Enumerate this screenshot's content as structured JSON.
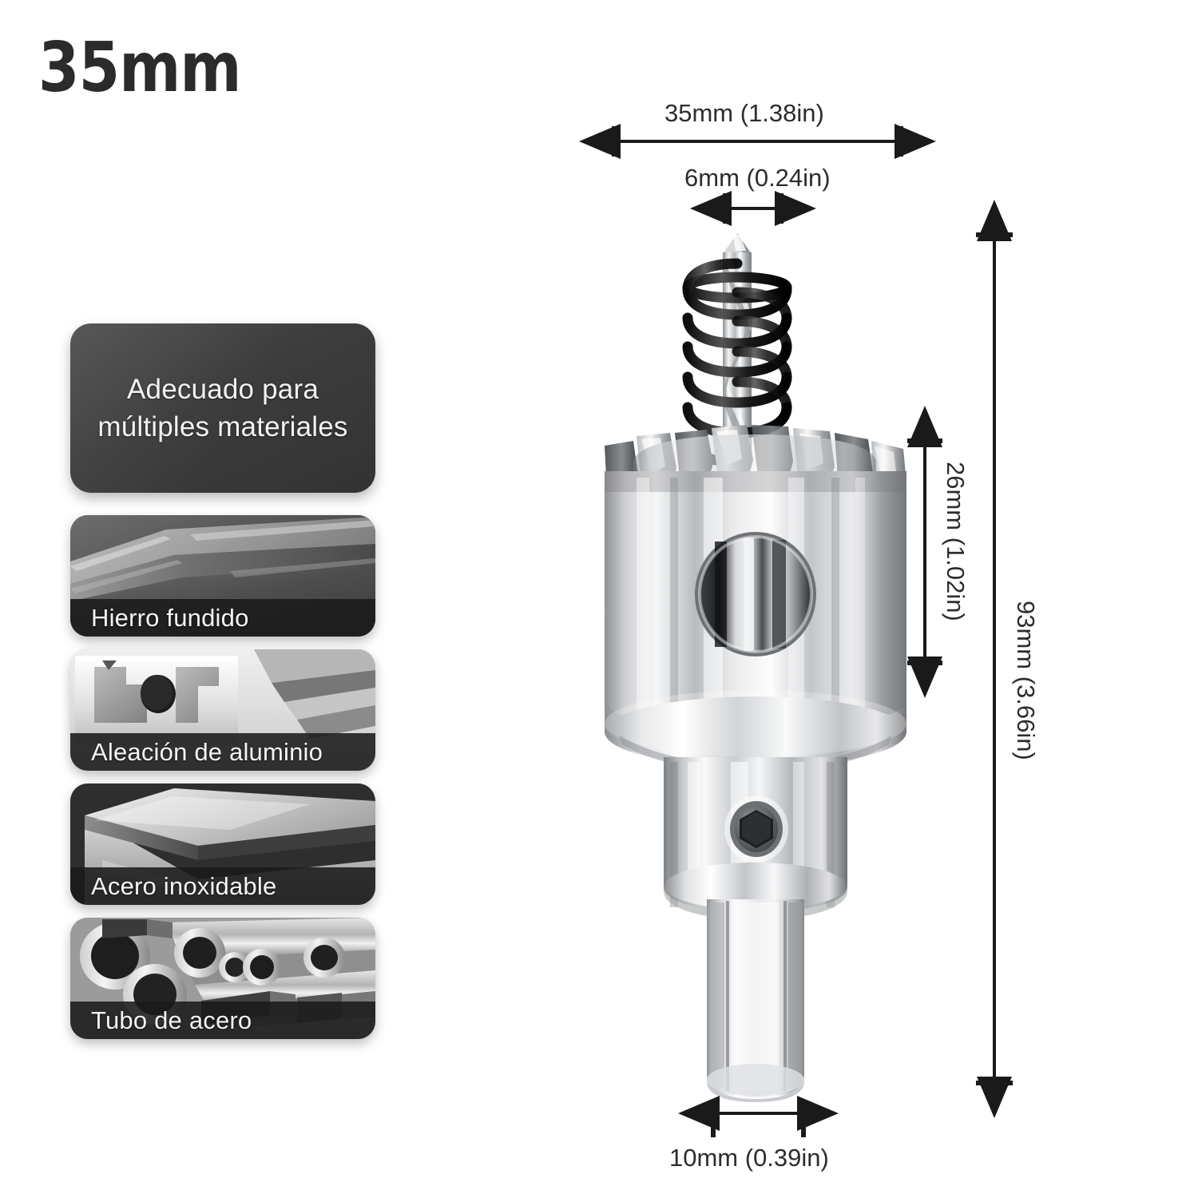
{
  "page": {
    "title": "35mm",
    "background_color": "#ffffff"
  },
  "features": {
    "callout": {
      "line1": "Adecuado para",
      "line2": "múltiples materiales",
      "text": "Adecuado para múltiples materiales",
      "background_color": "#3c3c3c",
      "text_color": "#f2f2f2"
    },
    "materials": [
      {
        "label": "Hierro fundido",
        "icon": "cast-iron-plates-image"
      },
      {
        "label": "Aleación de aluminio",
        "icon": "aluminum-extrusion-image"
      },
      {
        "label": "Acero inoxidable",
        "icon": "stainless-steel-plate-image"
      },
      {
        "label": "Tubo de acero",
        "icon": "steel-pipes-image"
      }
    ]
  },
  "dimensions": {
    "outer_diameter": "35mm (1.38in)",
    "pilot_bit_diameter": "6mm (0.24in)",
    "cutting_depth": "26mm (1.02in)",
    "total_length": "93mm (3.66in)",
    "shank_diameter": "10mm (0.39in)",
    "line_color": "#1a1a1a",
    "label_color": "#2d2d2d"
  },
  "product": {
    "name": "carbide-tipped-hole-saw-cutter",
    "parts": [
      "pilot-drill-bit",
      "ejection-spring",
      "carbide-teeth-crown",
      "cutter-body",
      "chip-ejection-hole",
      "arbor-collar",
      "hex-set-screw",
      "hex-shank"
    ]
  }
}
